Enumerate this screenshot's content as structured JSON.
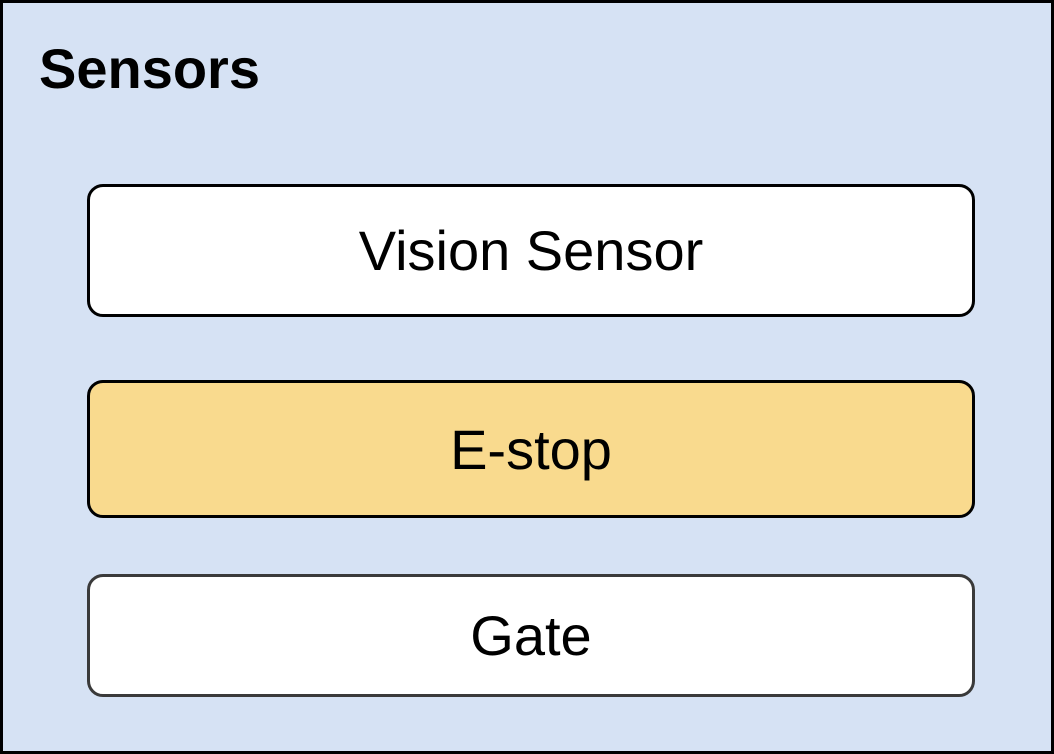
{
  "group": {
    "title": "Sensors",
    "fill_color": "#d6e2f4",
    "border_color": "#000000"
  },
  "nodes": [
    {
      "label": "Vision Sensor",
      "fill_color": "#ffffff"
    },
    {
      "label": "E-stop",
      "fill_color": "#f9da8e"
    },
    {
      "label": "Gate",
      "fill_color": "#ffffff"
    }
  ]
}
